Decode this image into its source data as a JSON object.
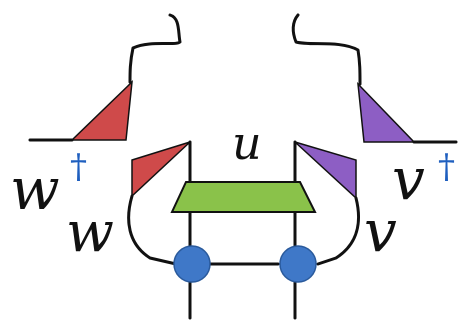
{
  "labels": {
    "u": "u",
    "w": "w",
    "w_dagger_base": "w",
    "w_dagger_sup": "†",
    "v": "v",
    "v_dagger_base": "v",
    "v_dagger_sup": "†"
  },
  "colors": {
    "wire": "#111111",
    "w_triangles": "#cf4a4a",
    "v_triangles": "#8d5ec4",
    "u_box": "#8ac24a",
    "nodes": "#3f78c8",
    "dagger": "#1f5fbf"
  }
}
